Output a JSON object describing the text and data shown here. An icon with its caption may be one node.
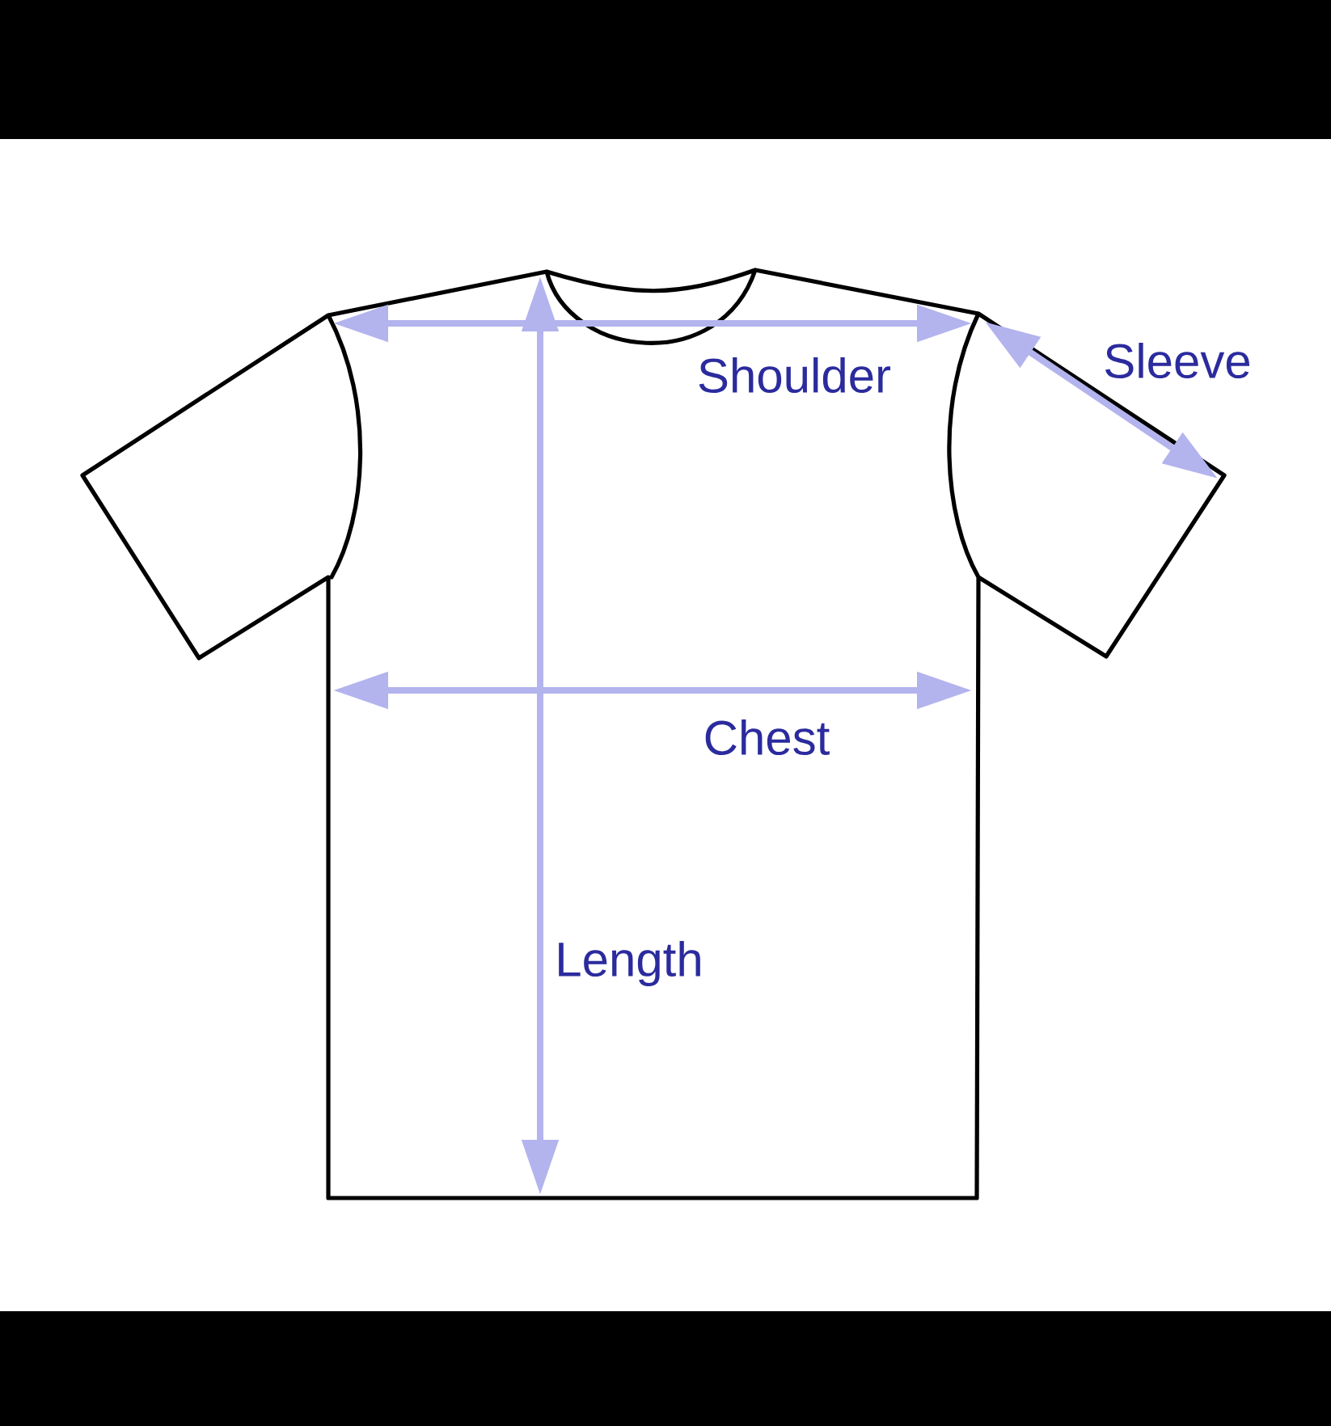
{
  "diagram": {
    "labels": [
      "Shoulder",
      "Sleeve",
      "Chest",
      "Length"
    ]
  }
}
